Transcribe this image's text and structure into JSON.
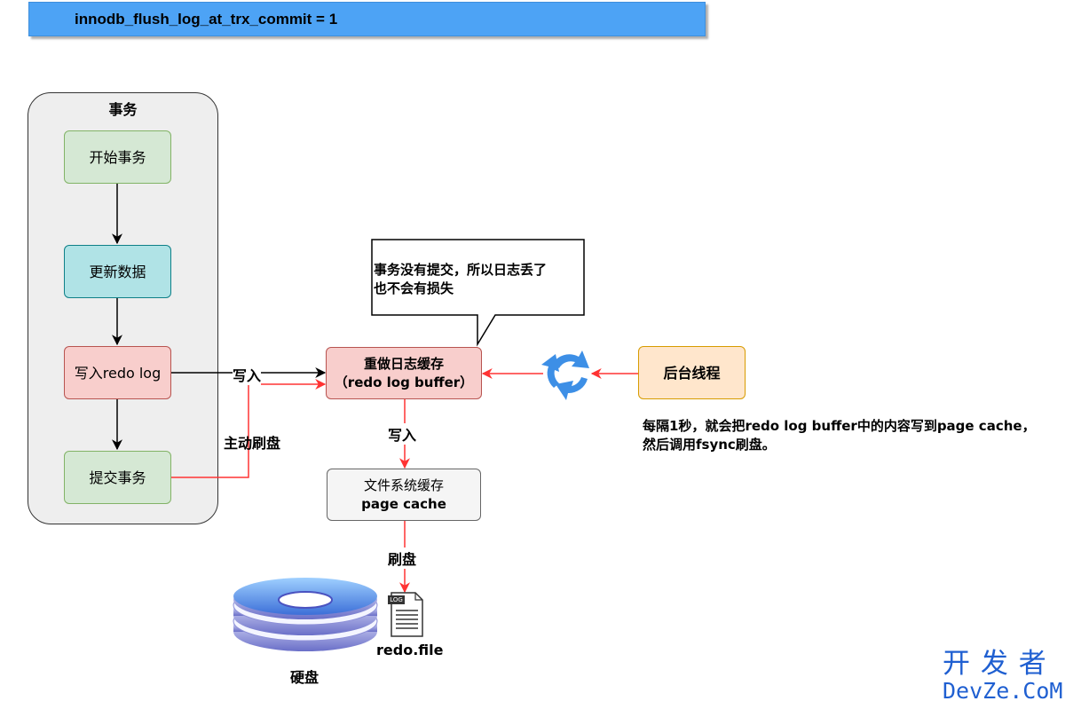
{
  "header": {
    "title": "innodb_flush_log_at_trx_commit = 1"
  },
  "transaction_group": {
    "title": "事务",
    "steps": [
      "开始事务",
      "更新数据",
      "写入redo log",
      "提交事务"
    ]
  },
  "redo_buffer": {
    "line1": "重做日志缓存",
    "line2": "（redo log buffer）"
  },
  "callout": {
    "line1": "事务没有提交，所以日志丢了",
    "line2": "也不会有损失"
  },
  "page_cache": {
    "line1": "文件系统缓存",
    "line2": "page cache"
  },
  "background_thread": {
    "label": "后台线程"
  },
  "background_note": {
    "line1": "每隔1秒，就会把redo log buffer中的内容写到page cache，",
    "line2": "然后调用fsync刷盘。"
  },
  "edge_labels": {
    "write_in": "写入",
    "active_flush": "主动刷盘",
    "write_down": "写入",
    "flush": "刷盘"
  },
  "disk": {
    "label": "硬盘"
  },
  "redo_file": {
    "badge": "LOG",
    "label": "redo.file"
  },
  "watermark": {
    "top": "开 发 者",
    "bottom": "DevZe.CoM"
  },
  "colors": {
    "title_bar": "#4da3f5",
    "red_arrow": "#ff3333",
    "black_arrow": "#000000",
    "sync_icon": "#3d8fe6",
    "watermark": "#1f5fd1"
  },
  "icons": {
    "sync": "sync-cycle-icon",
    "disk": "disk-stack-icon",
    "file": "log-file-icon"
  }
}
